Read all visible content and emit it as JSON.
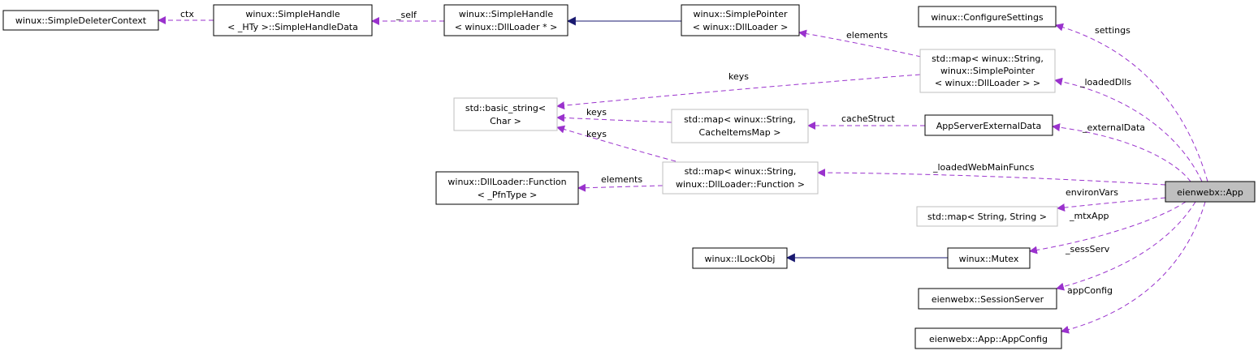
{
  "colors": {
    "usage_edge": "#9a32cd",
    "inheritance_edge": "#191970",
    "focus_fill": "#bfbfbf",
    "muted_border": "#bfbfbf",
    "node_border": "#000000"
  },
  "nodes": [
    {
      "id": "n_simple_deleter_context",
      "lines": [
        "winux::SimpleDeleterContext"
      ]
    },
    {
      "id": "n_simple_handle_data",
      "lines": [
        "winux::SimpleHandle",
        "< _HTy >::SimpleHandleData"
      ]
    },
    {
      "id": "n_simple_handle_dll",
      "lines": [
        "winux::SimpleHandle",
        "< winux::DllLoader * >"
      ]
    },
    {
      "id": "n_simple_pointer_dll",
      "lines": [
        "winux::SimplePointer",
        "< winux::DllLoader >"
      ]
    },
    {
      "id": "n_configure_settings",
      "lines": [
        "winux::ConfigureSettings"
      ]
    },
    {
      "id": "n_map_string_simplepointer",
      "lines": [
        "std::map< winux::String,",
        "winux::SimplePointer",
        "< winux::DllLoader > >"
      ]
    },
    {
      "id": "n_basic_string",
      "lines": [
        "std::basic_string<",
        "Char >"
      ]
    },
    {
      "id": "n_map_cache_items",
      "lines": [
        "std::map< winux::String,",
        "CacheItemsMap >"
      ]
    },
    {
      "id": "n_app_server_external_data",
      "lines": [
        "AppServerExternalData"
      ]
    },
    {
      "id": "n_dll_loader_function",
      "lines": [
        "winux::DllLoader::Function",
        "< _PfnType >"
      ]
    },
    {
      "id": "n_map_dll_function",
      "lines": [
        "std::map< winux::String,",
        "winux::DllLoader::Function >"
      ]
    },
    {
      "id": "n_eienwebx_app",
      "lines": [
        "eienwebx::App"
      ]
    },
    {
      "id": "n_map_string_string",
      "lines": [
        "std::map< String, String >"
      ]
    },
    {
      "id": "n_ilockobj",
      "lines": [
        "winux::ILockObj"
      ]
    },
    {
      "id": "n_mutex",
      "lines": [
        "winux::Mutex"
      ]
    },
    {
      "id": "n_session_server",
      "lines": [
        "eienwebx::SessionServer"
      ]
    },
    {
      "id": "n_app_config",
      "lines": [
        "eienwebx::App::AppConfig"
      ]
    }
  ],
  "edges": [
    {
      "id": "e_ctx",
      "label": "ctx"
    },
    {
      "id": "e_self",
      "label": "_self"
    },
    {
      "id": "e_elements_ptr",
      "label": "elements"
    },
    {
      "id": "e_keys_ptrmap",
      "label": "keys"
    },
    {
      "id": "e_keys_cachemap",
      "label": "keys"
    },
    {
      "id": "e_keys_funcmap",
      "label": "keys"
    },
    {
      "id": "e_cache_struct",
      "label": "cacheStruct"
    },
    {
      "id": "e_elements_func",
      "label": "elements"
    },
    {
      "id": "e_settings",
      "label": "settings"
    },
    {
      "id": "e_loaded_dlls",
      "label": "_loadedDlls"
    },
    {
      "id": "e_external_data",
      "label": "_externalData"
    },
    {
      "id": "e_loaded_web_main_funcs",
      "label": "_loadedWebMainFuncs"
    },
    {
      "id": "e_environ_vars",
      "label": "environVars"
    },
    {
      "id": "e_mtx_app",
      "label": "_mtxApp"
    },
    {
      "id": "e_sess_serv",
      "label": "_sessServ"
    },
    {
      "id": "e_app_config",
      "label": "appConfig"
    },
    {
      "id": "e_inherit_pointer",
      "label": ""
    },
    {
      "id": "e_inherit_mutex",
      "label": ""
    }
  ]
}
